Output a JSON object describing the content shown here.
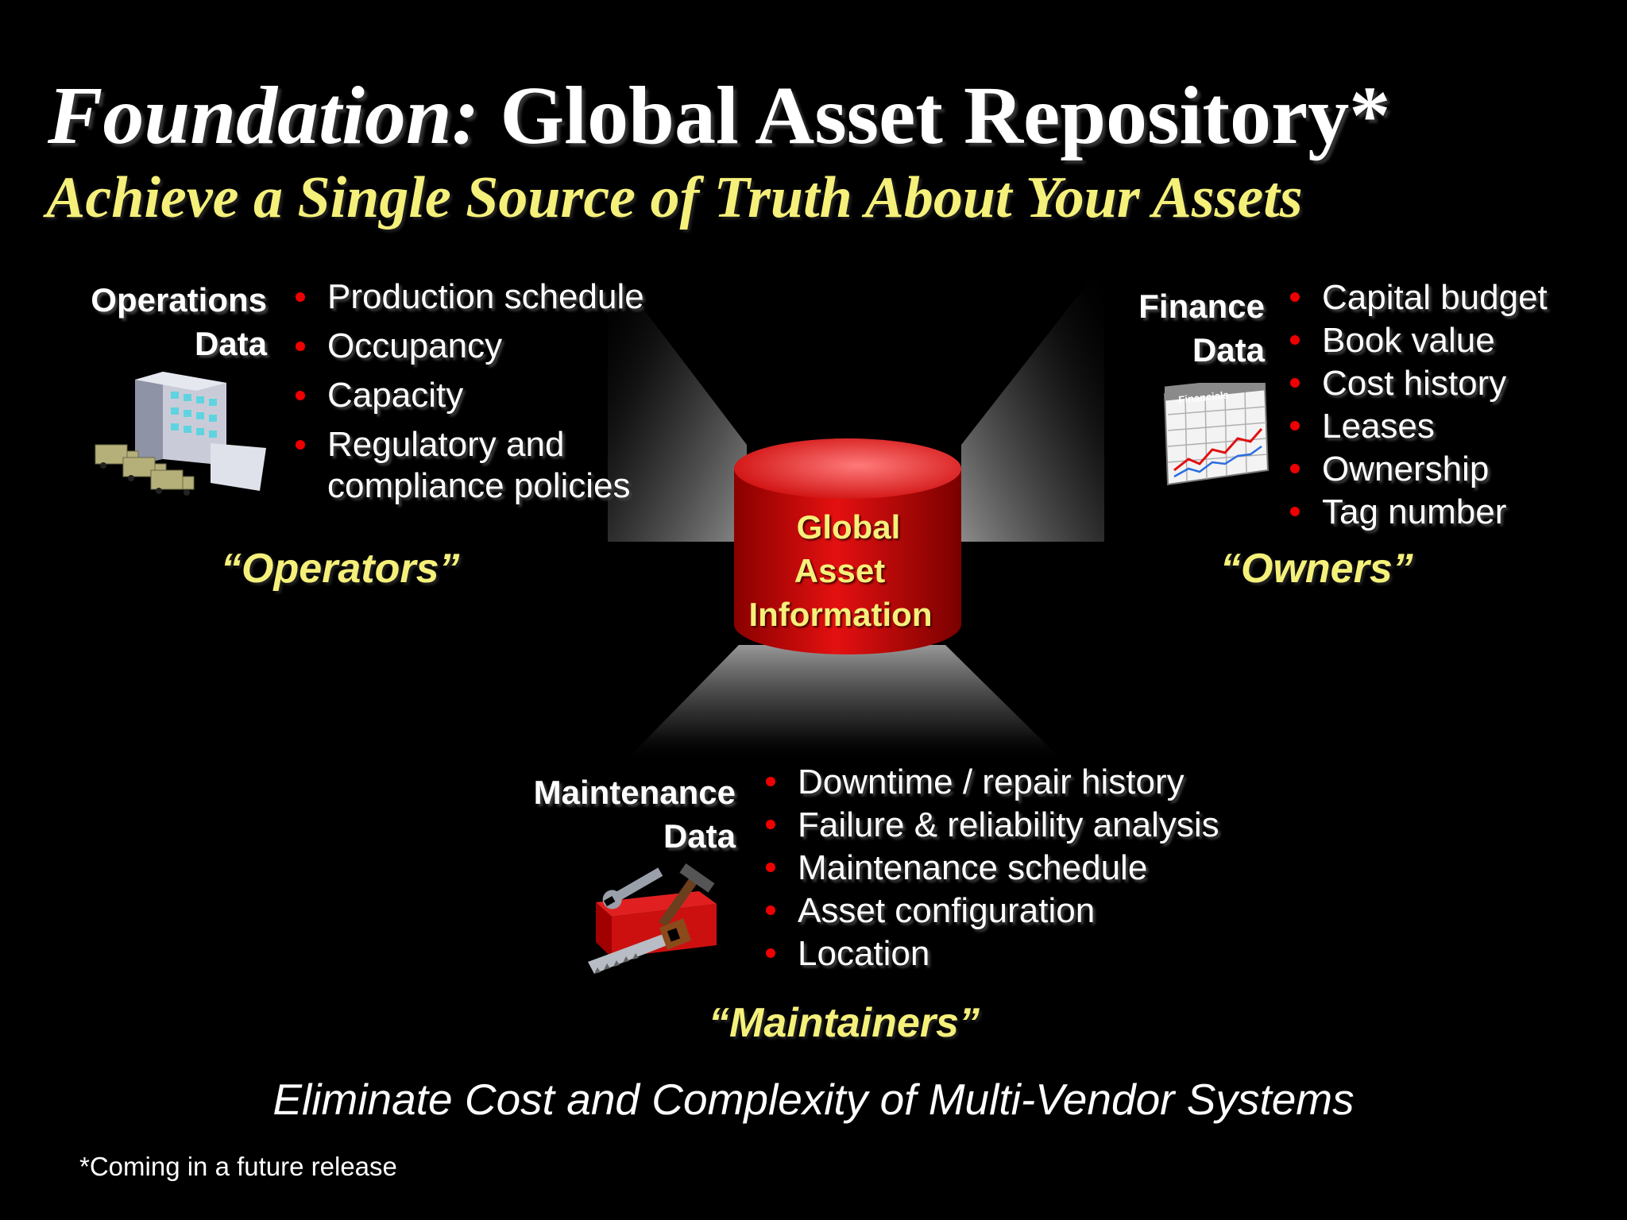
{
  "title": {
    "italic_part": "Foundation:",
    "main_part": "Global Asset Repository*"
  },
  "subtitle": "Achieve a Single Source of Truth About Your Assets",
  "operations": {
    "label_line1": "Operations",
    "label_line2": "Data",
    "items": [
      "Production schedule",
      "Occupancy",
      "Capacity",
      "Regulatory and compliance policies"
    ],
    "role": "“Operators”",
    "icon": "office-building-trucks-icon"
  },
  "finance": {
    "label_line1": "Finance",
    "label_line2": "Data",
    "items": [
      "Capital budget",
      "Book value",
      "Cost history",
      "Leases",
      "Ownership",
      "Tag number"
    ],
    "role": "“Owners”",
    "icon": "financials-chart-icon",
    "icon_text": "Financials"
  },
  "maintenance": {
    "label_line1": "Maintenance",
    "label_line2": "Data",
    "items": [
      "Downtime / repair history",
      "Failure & reliability analysis",
      "Maintenance schedule",
      "Asset configuration",
      "Location"
    ],
    "role": "“Maintainers”",
    "icon": "toolbox-icon"
  },
  "center": {
    "line1": "Global",
    "line2": "Asset",
    "line3": "Information"
  },
  "tagline": "Eliminate Cost and Complexity of Multi-Vendor Systems",
  "footnote": "*Coming in a future release",
  "colors": {
    "background": "#000000",
    "accent_yellow": "#f5f07a",
    "bullet_red": "#e00000",
    "cylinder_red": "#d00000"
  }
}
